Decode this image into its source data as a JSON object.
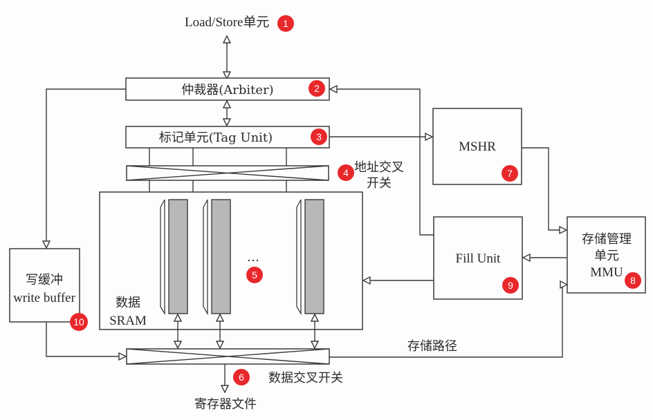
{
  "diagram": {
    "nodes": {
      "load_store": {
        "label": "Load/Store单元",
        "badge": "1"
      },
      "arbiter": {
        "label": "仲裁器(Arbiter)",
        "badge": "2"
      },
      "tag_unit": {
        "label": "标记单元(Tag Unit)",
        "badge": "3"
      },
      "addr_crossbar": {
        "label_line1": "地址交叉",
        "label_line2": "开关",
        "badge": "4"
      },
      "data_sram": {
        "label_line1": "数据",
        "label_line2": "SRAM",
        "ellipsis": "…",
        "badge": "5"
      },
      "data_crossbar": {
        "label": "数据交叉开关",
        "badge": "6"
      },
      "mshr": {
        "label": "MSHR",
        "badge": "7"
      },
      "mmu": {
        "label_line1": "存储管理",
        "label_line2": "单元",
        "label_line3": "MMU",
        "badge": "8"
      },
      "fill_unit": {
        "label": "Fill Unit",
        "badge": "9"
      },
      "write_buffer": {
        "label_line1": "写缓冲",
        "label_line2": "write buffer",
        "badge": "10"
      },
      "register_file": {
        "label": "寄存器文件"
      }
    },
    "edge_labels": {
      "store_path": "存储路径"
    },
    "colors": {
      "badge": "#e8282b",
      "line": "#3a3a3a",
      "sram_bank": "#b8b8b8"
    }
  }
}
